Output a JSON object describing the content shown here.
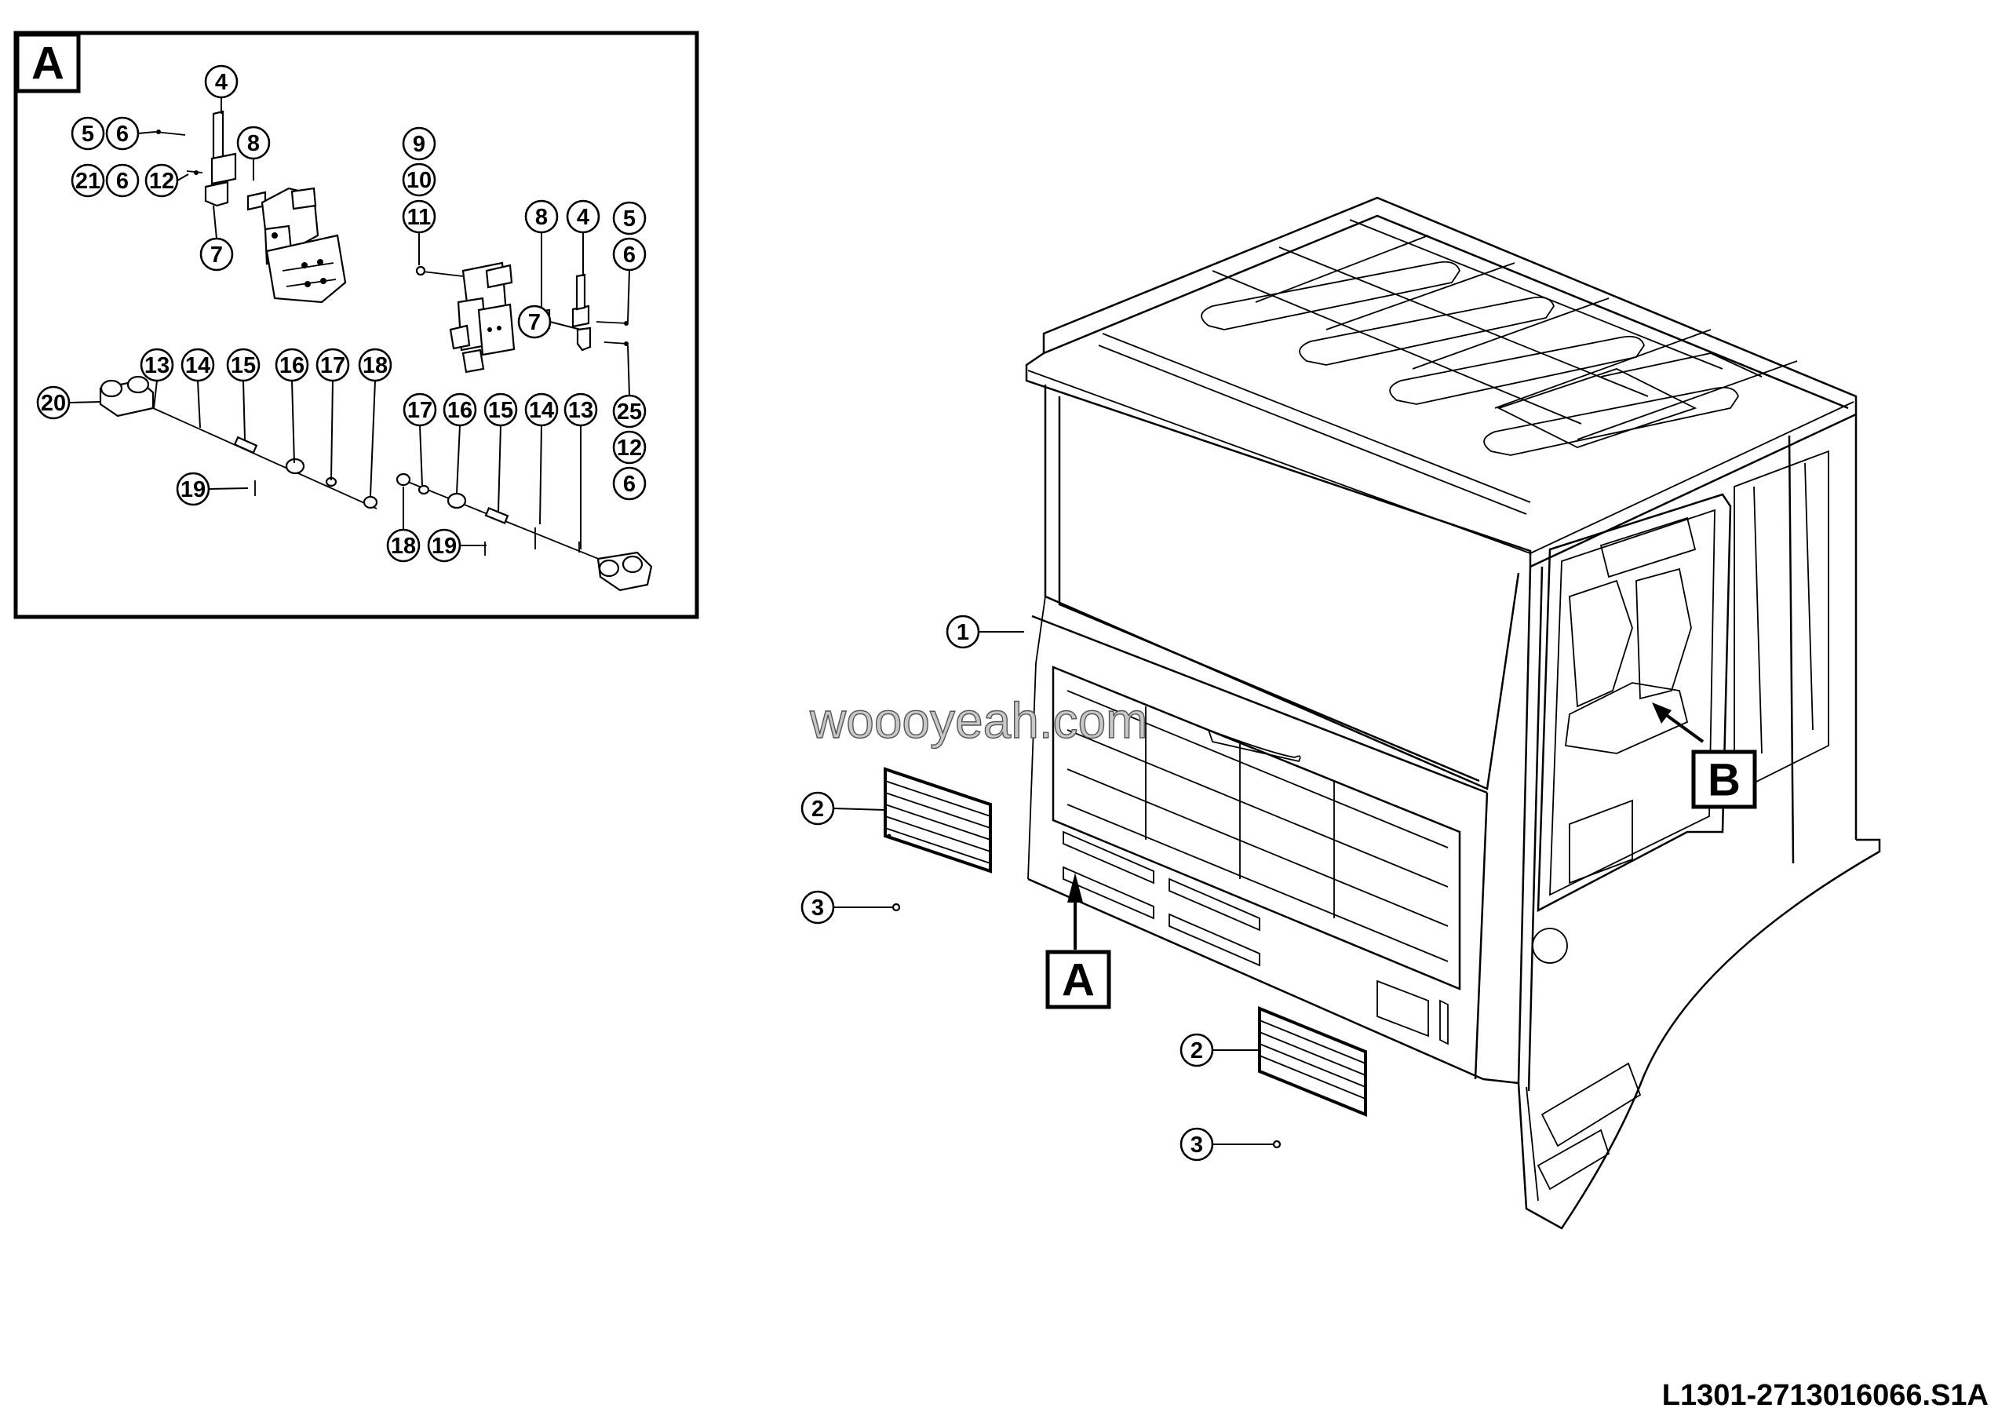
{
  "detail_view": {
    "tag": "A"
  },
  "main_view": {
    "tag_a": "A",
    "tag_b": "B"
  },
  "watermark": "woooyeah.com",
  "drawing_reference": "L1301-2713016066.S1A",
  "callouts": {
    "d_4": "4",
    "d_5": "5",
    "d_6a": "6",
    "d_8": "8",
    "d_21": "21",
    "d_6b": "6",
    "d_12": "12",
    "d_7": "7",
    "e_9": "9",
    "e_10": "10",
    "e_11": "11",
    "e_8": "8",
    "e_4": "4",
    "e_5": "5",
    "e_6": "6",
    "e_7": "7",
    "e_25": "25",
    "e_12": "12",
    "e_6b": "6",
    "h_13": "13",
    "h_14": "14",
    "h_15": "15",
    "h_16": "16",
    "h_17": "17",
    "h_18": "18",
    "h_20": "20",
    "h_19": "19",
    "i_17": "17",
    "i_16": "16",
    "i_15": "15",
    "i_14": "14",
    "i_13": "13",
    "i_18": "18",
    "i_19": "19",
    "m_1": "1",
    "m_2a": "2",
    "m_3a": "3",
    "m_2b": "2",
    "m_3b": "3"
  }
}
